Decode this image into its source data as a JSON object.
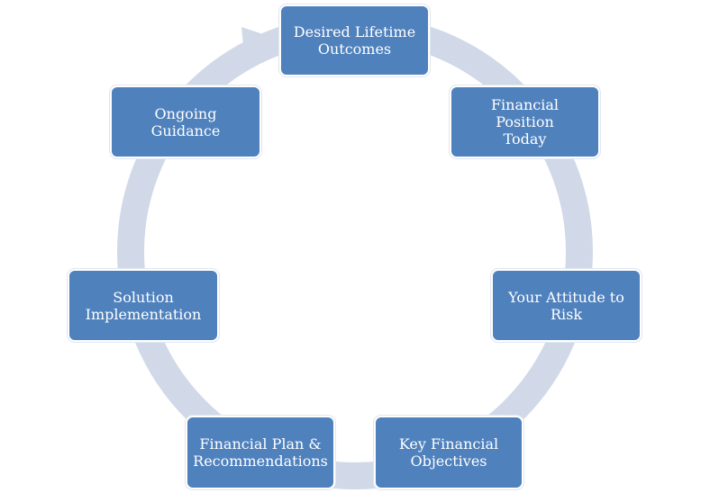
{
  "diagram": {
    "type": "cycle",
    "colors": {
      "node_fill": "#4f81bd",
      "node_text": "#ffffff",
      "ring": "#d1d9e8"
    },
    "steps": [
      {
        "id": "desired-lifetime-outcomes",
        "label": "Desired Lifetime\nOutcomes"
      },
      {
        "id": "financial-position-today",
        "label": "Financial Position\nToday"
      },
      {
        "id": "your-attitude-to-risk",
        "label": "Your Attitude to\nRisk"
      },
      {
        "id": "key-financial-objectives",
        "label": "Key Financial\nObjectives"
      },
      {
        "id": "financial-plan-recommendations",
        "label": "Financial Plan &\nRecommendations"
      },
      {
        "id": "solution-implementation",
        "label": "Solution\nImplementation"
      },
      {
        "id": "ongoing-guidance",
        "label": "Ongoing Guidance"
      }
    ]
  }
}
